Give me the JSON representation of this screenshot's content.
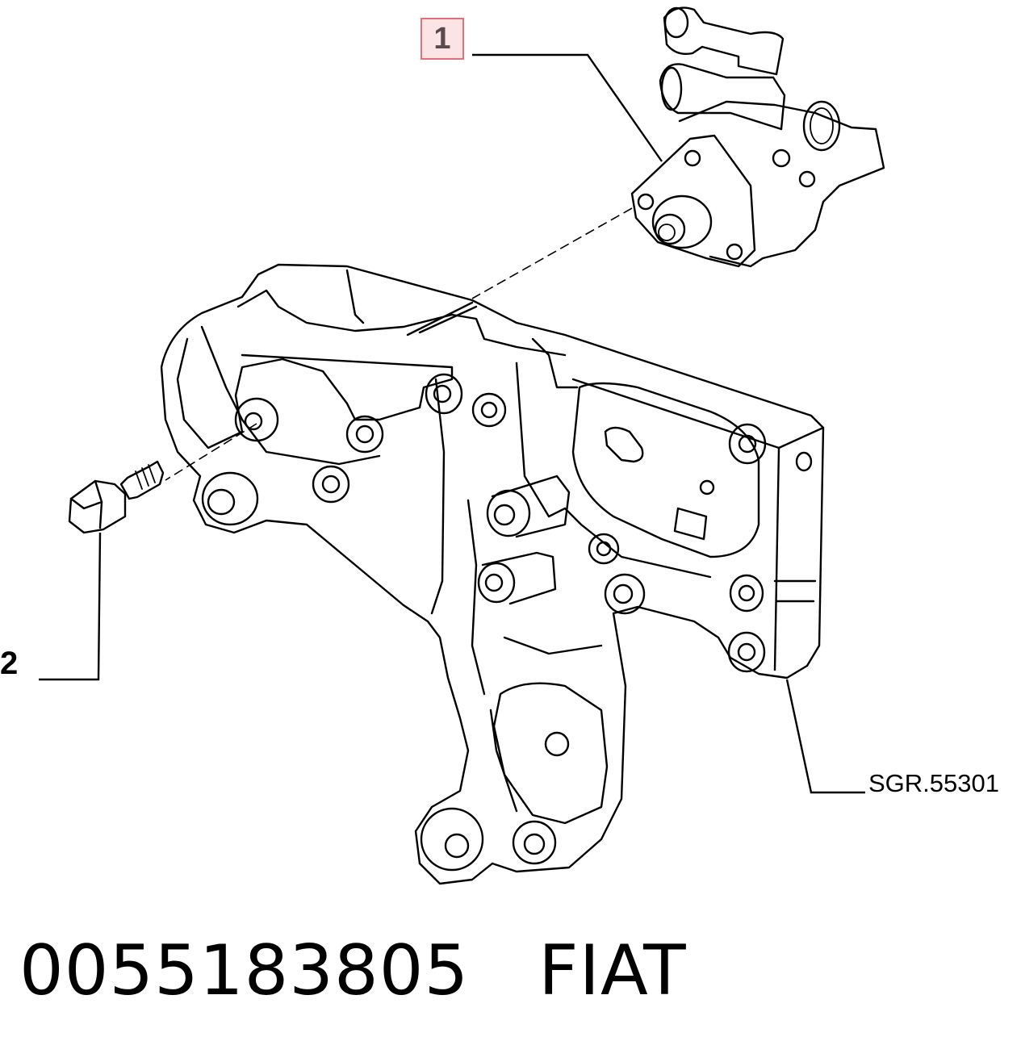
{
  "callouts": {
    "item1": "1",
    "item2": "2"
  },
  "reference": "SGR.55301",
  "footer": {
    "part_number": "0055183805",
    "brand": "FIAT"
  },
  "colors": {
    "callout_border": "#e0707a",
    "callout_fill": "#fbe3e6",
    "line": "#000000"
  }
}
